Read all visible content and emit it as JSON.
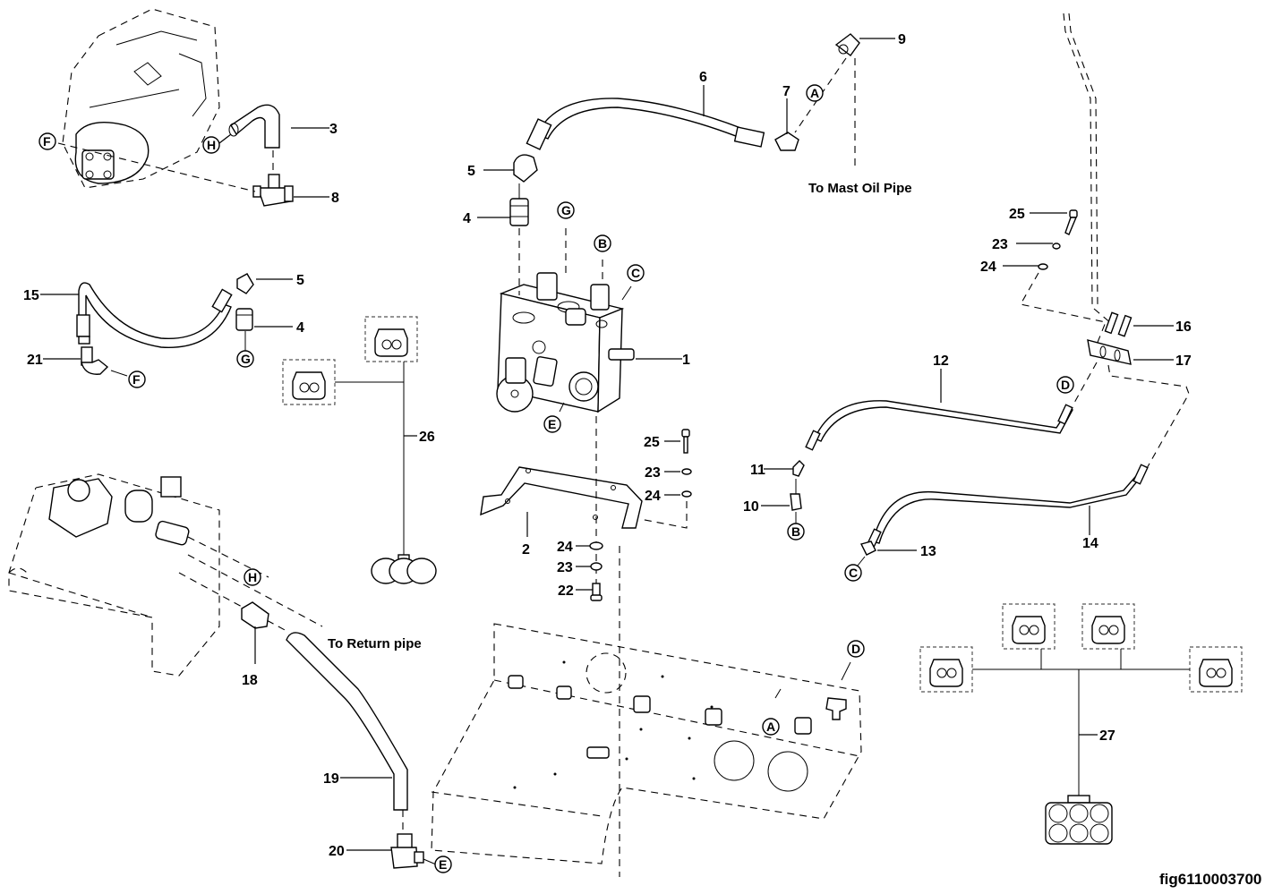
{
  "diagram": {
    "figure_id": "fig6110003700",
    "notes": {
      "mast": "To  Mast Oil Pipe",
      "return": "To Return pipe"
    },
    "callouts": {
      "c1": "1",
      "c2": "2",
      "c3": "3",
      "c4a": "4",
      "c4b": "4",
      "c5a": "5",
      "c5b": "5",
      "c6": "6",
      "c7": "7",
      "c8": "8",
      "c9": "9",
      "c10": "10",
      "c11": "11",
      "c12": "12",
      "c13": "13",
      "c14": "14",
      "c15": "15",
      "c16": "16",
      "c17": "17",
      "c18": "18",
      "c19": "19",
      "c20": "20",
      "c21": "21",
      "c22": "22",
      "c23a": "23",
      "c23b": "23",
      "c23c": "23",
      "c24a": "24",
      "c24b": "24",
      "c24c": "24",
      "c25a": "25",
      "c25b": "25",
      "c26": "26",
      "c27": "27"
    },
    "refs": {
      "A1": "A",
      "A2": "A",
      "B1": "B",
      "B2": "B",
      "C1": "C",
      "C2": "C",
      "D1": "D",
      "D2": "D",
      "E1": "E",
      "E2": "E",
      "F1": "F",
      "F2": "F",
      "G1": "G",
      "G2": "G",
      "H1": "H",
      "H2": "H"
    }
  }
}
